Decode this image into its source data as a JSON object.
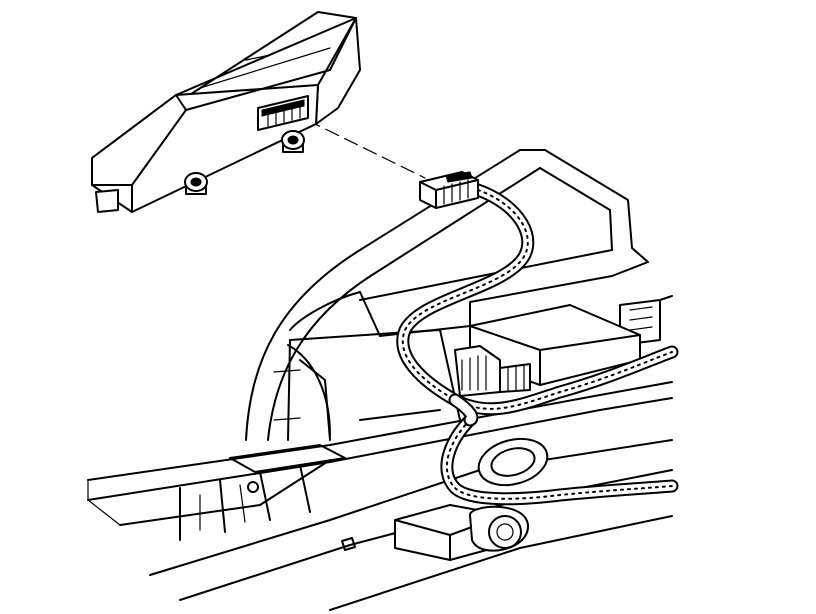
{
  "diagram": {
    "components": [
      {
        "id": "control-module",
        "icon": "module-housing"
      },
      {
        "id": "module-connector",
        "icon": "electrical-connector"
      },
      {
        "id": "wiring-harness",
        "icon": "braided-harness"
      },
      {
        "id": "mounting-bracket",
        "icon": "bracket"
      },
      {
        "id": "underbody-structure",
        "icon": "vehicle-panel"
      }
    ],
    "leader": {
      "from": "module-connector",
      "to": "control-module",
      "style": "dashed"
    },
    "colors": {
      "line": "#000000",
      "background": "#ffffff"
    }
  }
}
